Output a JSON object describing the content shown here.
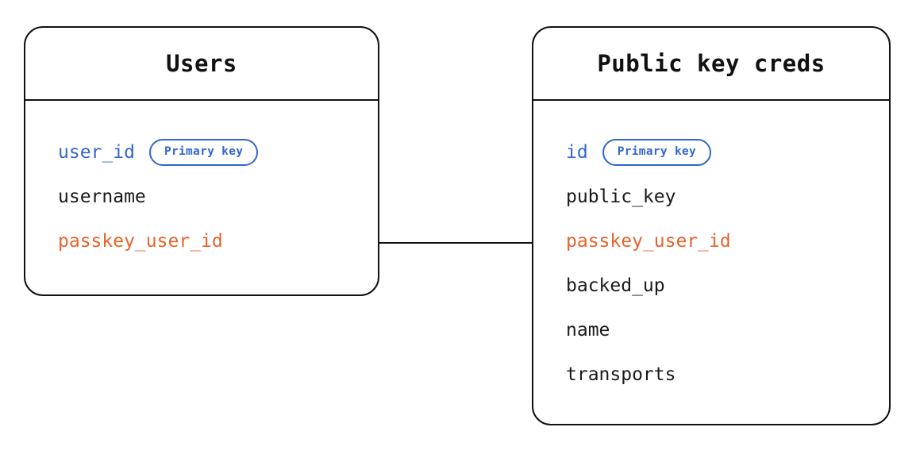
{
  "diagram": {
    "type": "entity-relationship-diagram",
    "background_color": "#ffffff",
    "colors": {
      "border": "#111111",
      "text": "#1a1a1a",
      "primary_key": "#3366CC",
      "foreign_key": "#E8622C",
      "badge_border": "#3366CC",
      "connector": "#111111"
    },
    "entities": [
      {
        "id": "users",
        "title": "Users",
        "fields": [
          {
            "name": "user_id",
            "role": "pk",
            "badge": "Primary key"
          },
          {
            "name": "username",
            "role": "plain",
            "badge": null
          },
          {
            "name": "passkey_user_id",
            "role": "fk",
            "badge": null
          }
        ]
      },
      {
        "id": "public-key-creds",
        "title": "Public key creds",
        "fields": [
          {
            "name": "id",
            "role": "pk",
            "badge": "Primary key"
          },
          {
            "name": "public_key",
            "role": "plain",
            "badge": null
          },
          {
            "name": "passkey_user_id",
            "role": "fk",
            "badge": null
          },
          {
            "name": "backed_up",
            "role": "plain",
            "badge": null
          },
          {
            "name": "name",
            "role": "plain",
            "badge": null
          },
          {
            "name": "transports",
            "role": "plain",
            "badge": null
          }
        ]
      }
    ],
    "relationships": [
      {
        "id": "users-pkc",
        "from_entity": "users",
        "from_field": "passkey_user_id",
        "to_entity": "public-key-creds",
        "to_field": "passkey_user_id",
        "style": "solid-line"
      }
    ]
  }
}
